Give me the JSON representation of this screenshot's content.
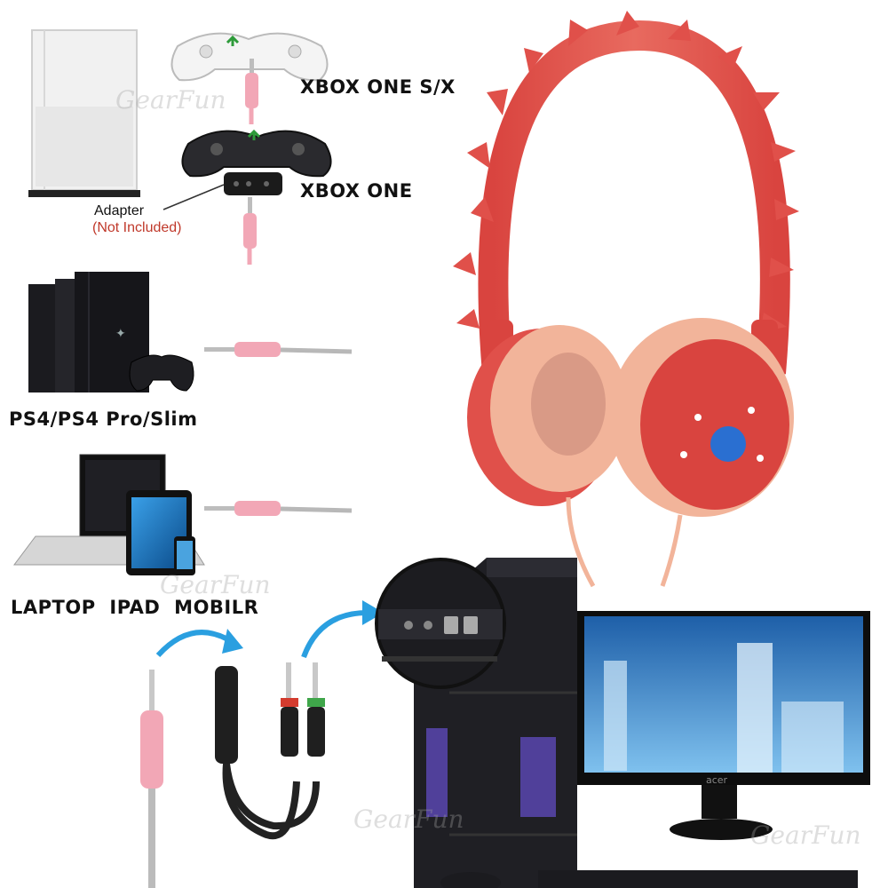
{
  "labels": {
    "xbox_one_sx": "XBOX ONE S/X",
    "xbox_one": "XBOX ONE",
    "adapter_line1": "Adapter",
    "adapter_line2": "(Not Included)",
    "ps4": "PS4/PS4 Pro/Slim",
    "laptop_ipad_mobile": "LAPTOP  IPAD  MOBILR"
  },
  "watermarks": {
    "w1": "GearFun",
    "w2": "GearFun",
    "w3": "GearFun",
    "w4": "GearFun"
  },
  "monitor_brand": "acer",
  "colors": {
    "headphone_band": "#e0504a",
    "headphone_cup": "#f2b49a",
    "plug_pink": "#f2a7b6",
    "arrow_blue": "#2a9fe0",
    "label_red": "#c0392b"
  }
}
